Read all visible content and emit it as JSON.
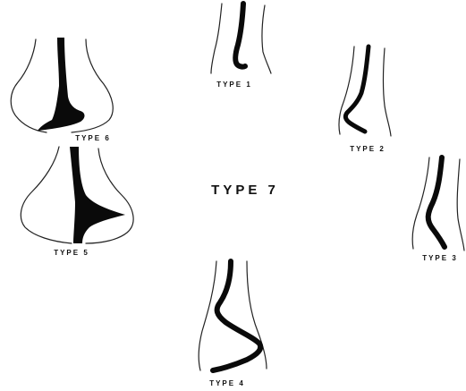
{
  "center_title": "TYPE 7",
  "figures": [
    {
      "id": "type1",
      "label": "TYPE 1"
    },
    {
      "id": "type2",
      "label": "TYPE 2"
    },
    {
      "id": "type3",
      "label": "TYPE 3"
    },
    {
      "id": "type4",
      "label": "TYPE 4"
    },
    {
      "id": "type5",
      "label": "TYPE 5"
    },
    {
      "id": "type6",
      "label": "TYPE 6"
    }
  ],
  "colors": {
    "canal": "#0a0a0a",
    "outline": "#222222",
    "background": "#ffffff"
  }
}
